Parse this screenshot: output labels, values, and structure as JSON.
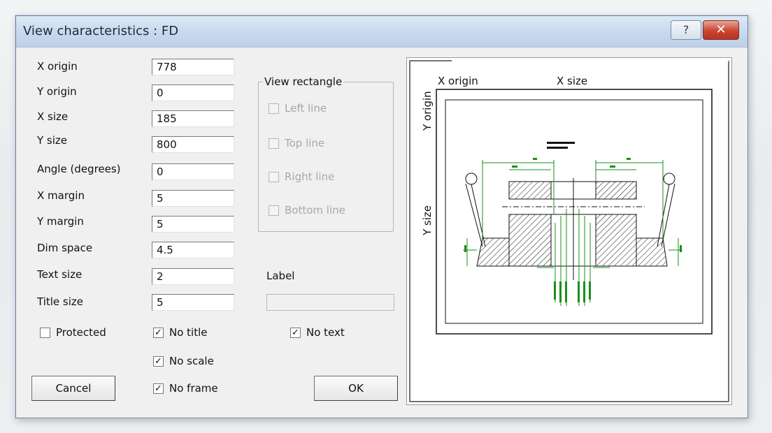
{
  "window": {
    "title": "View characteristics : FD",
    "help_glyph": "?",
    "close_glyph": "✕"
  },
  "fields": [
    {
      "label": "X origin",
      "value": "778"
    },
    {
      "label": "Y origin",
      "value": "0"
    },
    {
      "label": "X size",
      "value": "185"
    },
    {
      "label": "Y size",
      "value": "800"
    },
    {
      "label": "Angle (degrees)",
      "value": "0"
    },
    {
      "label": "X margin",
      "value": "5"
    },
    {
      "label": "Y margin",
      "value": "5"
    },
    {
      "label": "Dim space",
      "value": "4.5"
    },
    {
      "label": "Text size",
      "value": "2"
    },
    {
      "label": "Title size",
      "value": "5"
    }
  ],
  "view_rectangle": {
    "legend": "View rectangle",
    "left_line": "Left line",
    "top_line": "Top line",
    "right_line": "Right line",
    "bottom_line": "Bottom line"
  },
  "label_section": {
    "label": "Label",
    "value": ""
  },
  "options": {
    "protected": "Protected",
    "no_title": "No title",
    "no_scale": "No scale",
    "no_frame": "No frame",
    "no_text": "No text",
    "check_glyph": "✓"
  },
  "buttons": {
    "cancel": "Cancel",
    "ok": "OK"
  },
  "preview": {
    "x_origin": "X origin",
    "x_size": "X size",
    "y_origin": "Y origin",
    "y_size": "Y size",
    "accent_color": "#1a8f1a"
  }
}
